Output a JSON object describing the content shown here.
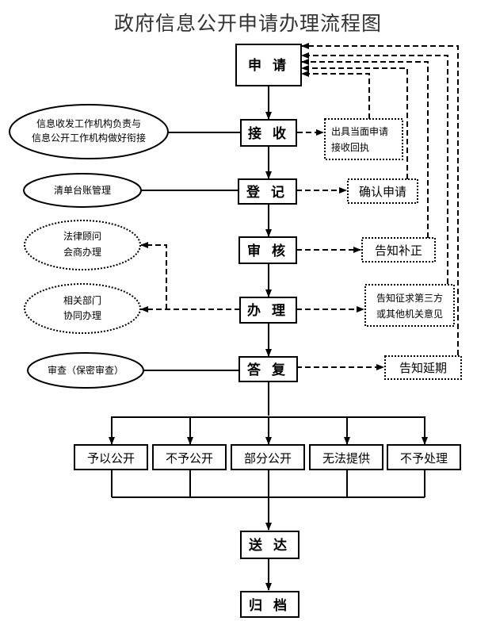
{
  "title": "政府信息公开申请办理流程图",
  "steps": {
    "apply": "申 请",
    "receive": "接 收",
    "register": "登 记",
    "review": "审 核",
    "handle": "办 理",
    "reply": "答 复",
    "deliver": "送 达",
    "archive": "归 档"
  },
  "left_notes": {
    "receive_1": "信息收发工作机构负责与",
    "receive_2": "信息公开工作机构做好衔接",
    "register": "清单台账管理",
    "legal_1": "法律顾问",
    "legal_2": "会商办理",
    "dept_1": "相关部门",
    "dept_2": "协同办理",
    "reply": "审查（保密审查）"
  },
  "right_notes": {
    "receipt_1": "出具当面申请",
    "receipt_2": "接收回执",
    "confirm": "确认申请",
    "supplement": "告知补正",
    "third_1": "告知征求第三方",
    "third_2": "或其他机关意见",
    "extend": "告知延期"
  },
  "outcomes": [
    "予以公开",
    "不予公开",
    "部分公开",
    "无法提供",
    "不予处理"
  ]
}
